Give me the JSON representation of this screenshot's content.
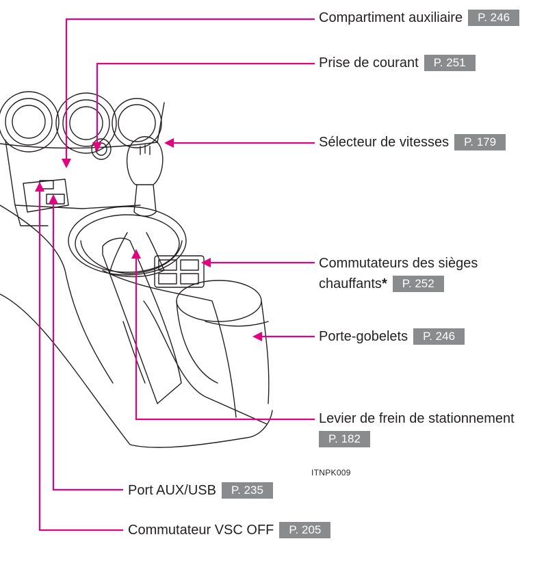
{
  "colors": {
    "leader": "#e4007f",
    "page_ref_bg": "#8a8b8d",
    "page_ref_text": "#ffffff",
    "line_art": "#231f20"
  },
  "illustration_code": "ITNPK009",
  "callouts": {
    "aux_compartment": {
      "label": "Compartiment auxiliaire",
      "page": "P. 246"
    },
    "power_outlet": {
      "label": "Prise de courant",
      "page": "P. 251"
    },
    "shift_lever": {
      "label": "Sélecteur de vitesses",
      "page": "P. 179"
    },
    "seat_heater_switches": {
      "label_line1": "Commutateurs des sièges",
      "label_line2": "chauffants",
      "asterisk": "*",
      "page": "P. 252"
    },
    "cup_holders": {
      "label": "Porte-gobelets",
      "page": "P. 246"
    },
    "parking_brake": {
      "label": "Levier de frein de stationnement",
      "page": "P. 182"
    },
    "aux_usb_port": {
      "label": "Port AUX/USB",
      "page": "P. 235"
    },
    "vsc_off_switch": {
      "label": "Commutateur VSC OFF",
      "page": "P. 205"
    }
  }
}
